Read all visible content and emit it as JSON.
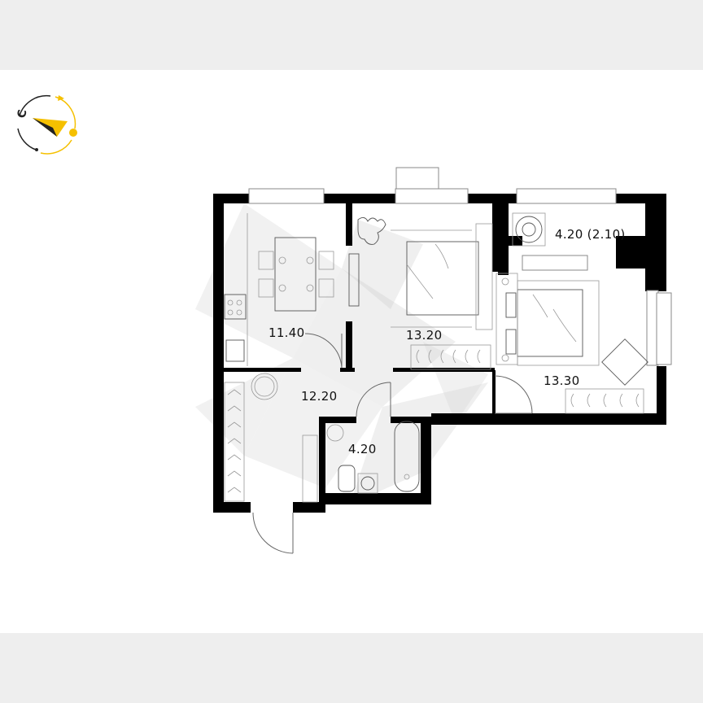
{
  "compass": {
    "letter": "C",
    "accent_color": "#f5c000",
    "dark_color": "#222222"
  },
  "rooms": [
    {
      "id": "kitchen",
      "area": "11.40"
    },
    {
      "id": "bedroom-1",
      "area": "13.20"
    },
    {
      "id": "balcony",
      "area": "4.20 (2.10)"
    },
    {
      "id": "bedroom-2",
      "area": "13.30"
    },
    {
      "id": "hallway",
      "area": "12.20"
    },
    {
      "id": "bathroom",
      "area": "4.20"
    }
  ],
  "colors": {
    "wall": "#000000",
    "background": "#ffffff",
    "frame": "#eeeeee"
  }
}
